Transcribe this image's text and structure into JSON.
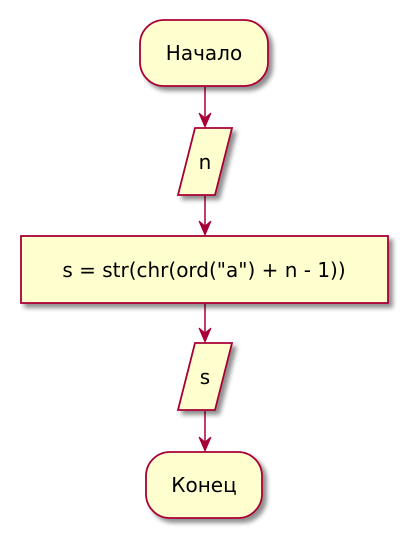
{
  "flowchart": {
    "start": {
      "label": "Начало"
    },
    "input": {
      "label": "n"
    },
    "process": {
      "label": "s = str(chr(ord(\"a\") + n - 1))"
    },
    "output": {
      "label": "s"
    },
    "end": {
      "label": "Конец"
    }
  },
  "colors": {
    "node_fill": "#FEFECE",
    "node_stroke": "#A80036",
    "edge": "#A80036",
    "shadow": "#999999",
    "text": "#000000"
  }
}
